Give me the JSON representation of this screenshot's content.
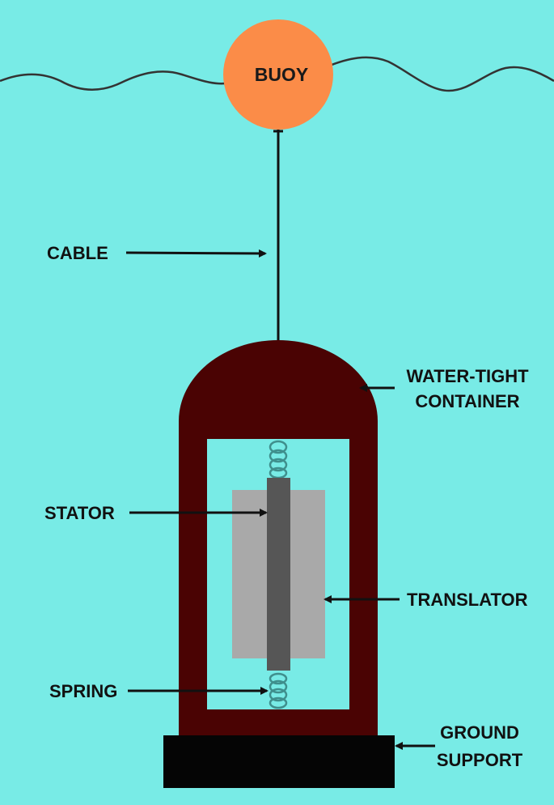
{
  "diagram": {
    "labels": {
      "buoy": "BUOY",
      "cable": "CABLE",
      "container_line1": "WATER-TIGHT",
      "container_line2": "CONTAINER",
      "stator": "STATOR",
      "translator": "TRANSLATOR",
      "spring": "SPRING",
      "ground_line1": "GROUND",
      "ground_line2": "SUPPORT"
    },
    "colors": {
      "water": "#78ebe6",
      "buoy": "#fb8c48",
      "container": "#4a0303",
      "translator": "#a9a9a9",
      "stator": "#565656",
      "spring": "#3f8f8d",
      "ground": "#050505",
      "wave": "#333333"
    }
  }
}
